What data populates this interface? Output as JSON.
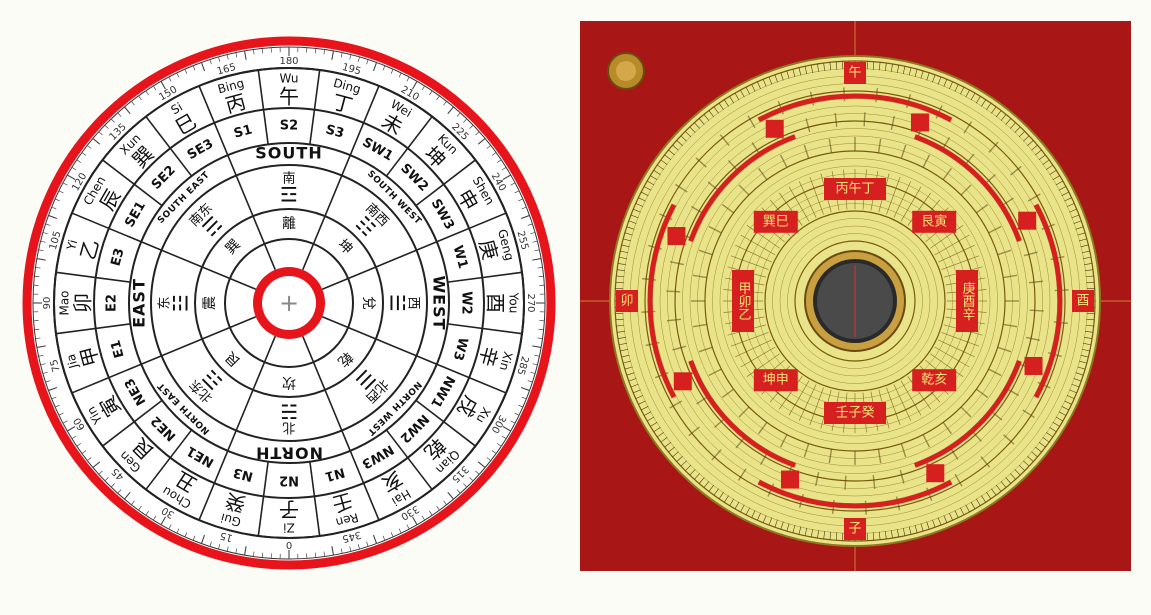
{
  "compass": {
    "center_symbol": "+",
    "degree_labels": [
      "0",
      "15",
      "30",
      "45",
      "60",
      "75",
      "90",
      "105",
      "120",
      "135",
      "150",
      "165",
      "180",
      "195",
      "210",
      "225",
      "240",
      "255",
      "270",
      "285",
      "300",
      "315",
      "330",
      "345"
    ],
    "mountains": [
      {
        "han": "子",
        "pinyin": "Zi",
        "sector": "N2"
      },
      {
        "han": "癸",
        "pinyin": "Gui",
        "sector": "N3"
      },
      {
        "han": "丑",
        "pinyin": "Chou",
        "sector": "NE1"
      },
      {
        "han": "艮",
        "pinyin": "Gen",
        "sector": "NE2"
      },
      {
        "han": "寅",
        "pinyin": "Yin",
        "sector": "NE3"
      },
      {
        "han": "甲",
        "pinyin": "Jia",
        "sector": "E1"
      },
      {
        "han": "卯",
        "pinyin": "Mao",
        "sector": "E2"
      },
      {
        "han": "乙",
        "pinyin": "Yi",
        "sector": "E3"
      },
      {
        "han": "辰",
        "pinyin": "Chen",
        "sector": "SE1"
      },
      {
        "han": "巽",
        "pinyin": "Xun",
        "sector": "SE2"
      },
      {
        "han": "巳",
        "pinyin": "Si",
        "sector": "SE3"
      },
      {
        "han": "丙",
        "pinyin": "Bing",
        "sector": "S1"
      },
      {
        "han": "午",
        "pinyin": "Wu",
        "sector": "S2"
      },
      {
        "han": "丁",
        "pinyin": "Ding",
        "sector": "S3"
      },
      {
        "han": "未",
        "pinyin": "Wei",
        "sector": "SW1"
      },
      {
        "han": "坤",
        "pinyin": "Kun",
        "sector": "SW2"
      },
      {
        "han": "申",
        "pinyin": "Shen",
        "sector": "SW3"
      },
      {
        "han": "庚",
        "pinyin": "Geng",
        "sector": "W1"
      },
      {
        "han": "酉",
        "pinyin": "You",
        "sector": "W2"
      },
      {
        "han": "辛",
        "pinyin": "Xin",
        "sector": "W3"
      },
      {
        "han": "戌",
        "pinyin": "Xu",
        "sector": "NW1"
      },
      {
        "han": "乾",
        "pinyin": "Qian",
        "sector": "NW2"
      },
      {
        "han": "亥",
        "pinyin": "Hai",
        "sector": "NW3"
      },
      {
        "han": "壬",
        "pinyin": "Ren",
        "sector": "N1"
      }
    ],
    "directions": [
      {
        "label": "NORTH",
        "cn": "北",
        "trigram_name": "坎",
        "trigram": "☵"
      },
      {
        "label": "NORTH EAST",
        "cn": "北东",
        "trigram_name": "艮",
        "trigram": "☶"
      },
      {
        "label": "EAST",
        "cn": "东",
        "trigram_name": "震",
        "trigram": "☳"
      },
      {
        "label": "SOUTH EAST",
        "cn": "南东",
        "trigram_name": "巽",
        "trigram": "☴"
      },
      {
        "label": "SOUTH",
        "cn": "南",
        "trigram_name": "離",
        "trigram": "☲"
      },
      {
        "label": "SOUTH WEST",
        "cn": "南西",
        "trigram_name": "坤",
        "trigram": "☷"
      },
      {
        "label": "WEST",
        "cn": "西",
        "trigram_name": "兌",
        "trigram": "☱"
      },
      {
        "label": "NORTH WEST",
        "cn": "北西",
        "trigram_name": "乾",
        "trigram": "☰"
      }
    ]
  },
  "luopan": {
    "red_labels": [
      "壬子癸",
      "丙午丁",
      "甲卯乙",
      "庚酉辛",
      "乾亥",
      "巽巳",
      "坤申",
      "艮寅",
      "午",
      "子",
      "卯",
      "酉"
    ],
    "colors": {
      "board": "#a81616",
      "plate": "#e9e48a",
      "accent": "#d62020",
      "compass_ring": "#d4001a"
    }
  }
}
